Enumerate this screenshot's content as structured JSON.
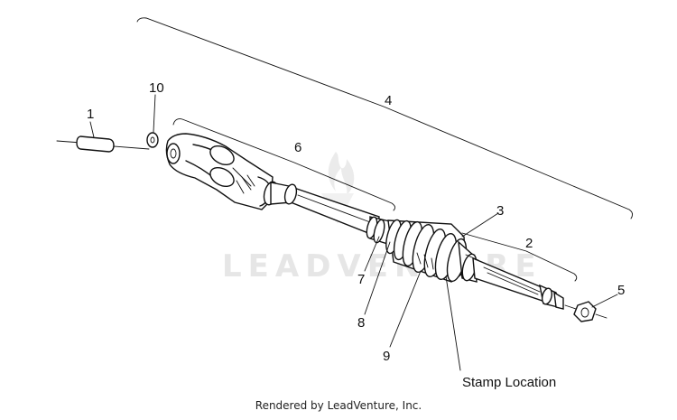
{
  "diagram": {
    "callouts": [
      {
        "id": "1",
        "label": "1"
      },
      {
        "id": "2",
        "label": "2"
      },
      {
        "id": "3",
        "label": "3"
      },
      {
        "id": "4",
        "label": "4"
      },
      {
        "id": "5",
        "label": "5"
      },
      {
        "id": "6",
        "label": "6"
      },
      {
        "id": "7",
        "label": "7"
      },
      {
        "id": "8",
        "label": "8"
      },
      {
        "id": "9",
        "label": "9"
      },
      {
        "id": "10",
        "label": "10"
      }
    ],
    "stamp_label": "Stamp Location",
    "watermark": "LEADVENTURE"
  },
  "footer": {
    "credit": "Rendered by LeadVenture, Inc."
  }
}
